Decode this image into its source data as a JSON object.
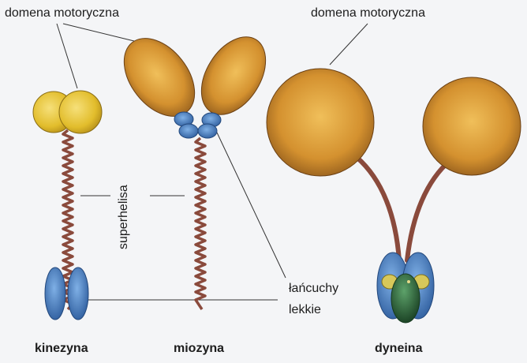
{
  "labels": {
    "motor_domain_left": "domena motoryczna",
    "motor_domain_right": "domena motoryczna",
    "superhelix": "superhelisa",
    "light_chains_line1": "łańcuchy",
    "light_chains_line2": "lekkie",
    "kinesin": "kinezyna",
    "myosin": "miozyna",
    "dynein": "dyneina"
  },
  "colors": {
    "background": "#f4f5f7",
    "kinesin_head": "#e8c53a",
    "myosin_head": "#d99633",
    "dynein_head": "#d48f30",
    "coil": "#8a4a3c",
    "light_chain_blue": "#4f86c6",
    "dynein_core_green": "#2e6a3c",
    "dynein_yellow": "#d7c85a",
    "line": "#333333"
  }
}
